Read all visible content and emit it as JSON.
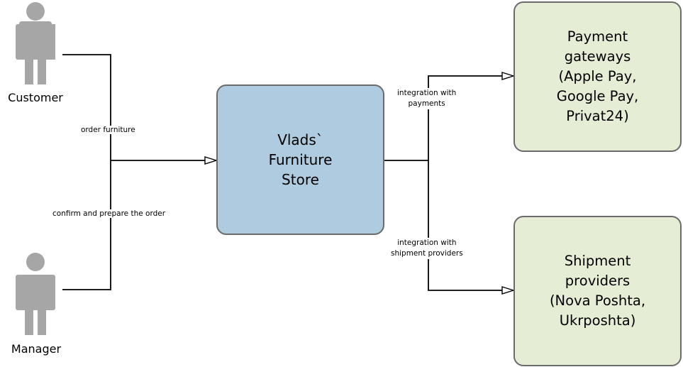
{
  "actors": [
    {
      "id": "customer",
      "label": "Customer"
    },
    {
      "id": "manager",
      "label": "Manager"
    }
  ],
  "nodes": {
    "store": {
      "label": "Vlads`\nFurniture\nStore",
      "fill": "#aecbdf"
    },
    "payment": {
      "label": "Payment\ngateways\n(Apple Pay,\nGoogle Pay,\nPrivat24)",
      "fill": "#e6edd5"
    },
    "shipment": {
      "label": "Shipment\nproviders\n(Nova Poshta,\nUkrposhta)",
      "fill": "#e6edd5"
    }
  },
  "edges": {
    "order": "order furniture",
    "confirm": "confirm and prepare the order",
    "payments_line1": "integration with",
    "payments_line2": "payments",
    "shipment_line1": "integration with",
    "shipment_line2": "shipment providers"
  },
  "colors": {
    "actor": "#a6a6a6",
    "line": "#000000",
    "box_border": "#6b6b6b"
  }
}
